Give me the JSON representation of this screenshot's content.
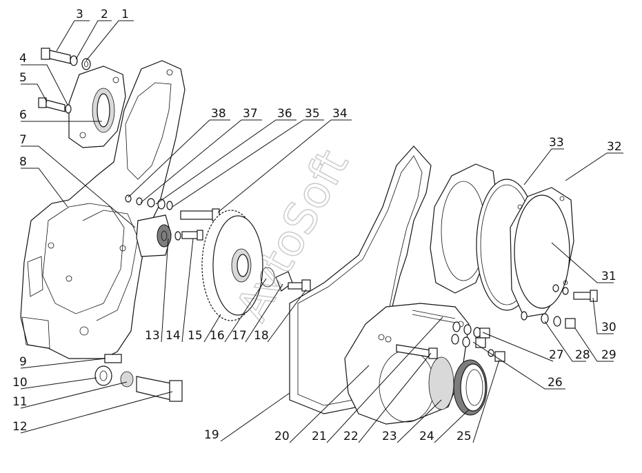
{
  "watermark": "AvtoSoft",
  "callouts": [
    {
      "id": "1",
      "text": "1"
    },
    {
      "id": "2",
      "text": "2"
    },
    {
      "id": "3",
      "text": "3"
    },
    {
      "id": "4",
      "text": "4"
    },
    {
      "id": "5",
      "text": "5"
    },
    {
      "id": "6",
      "text": "6"
    },
    {
      "id": "7",
      "text": "7"
    },
    {
      "id": "8",
      "text": "8"
    },
    {
      "id": "9",
      "text": "9"
    },
    {
      "id": "10",
      "text": "10"
    },
    {
      "id": "11",
      "text": "11"
    },
    {
      "id": "12",
      "text": "12"
    },
    {
      "id": "13",
      "text": "13"
    },
    {
      "id": "14",
      "text": "14"
    },
    {
      "id": "15",
      "text": "15"
    },
    {
      "id": "16",
      "text": "16"
    },
    {
      "id": "17",
      "text": "17"
    },
    {
      "id": "18",
      "text": "18"
    },
    {
      "id": "19",
      "text": "19"
    },
    {
      "id": "20",
      "text": "20"
    },
    {
      "id": "21",
      "text": "21"
    },
    {
      "id": "22",
      "text": "22"
    },
    {
      "id": "23",
      "text": "23"
    },
    {
      "id": "24",
      "text": "24"
    },
    {
      "id": "25",
      "text": "25"
    },
    {
      "id": "26",
      "text": "26"
    },
    {
      "id": "27",
      "text": "27"
    },
    {
      "id": "28",
      "text": "28"
    },
    {
      "id": "29",
      "text": "29"
    },
    {
      "id": "30",
      "text": "30"
    },
    {
      "id": "31",
      "text": "31"
    },
    {
      "id": "32",
      "text": "32"
    },
    {
      "id": "33",
      "text": "33"
    },
    {
      "id": "34",
      "text": "34"
    },
    {
      "id": "35",
      "text": "35"
    },
    {
      "id": "36",
      "text": "36"
    },
    {
      "id": "37",
      "text": "37"
    },
    {
      "id": "38",
      "text": "38"
    }
  ]
}
